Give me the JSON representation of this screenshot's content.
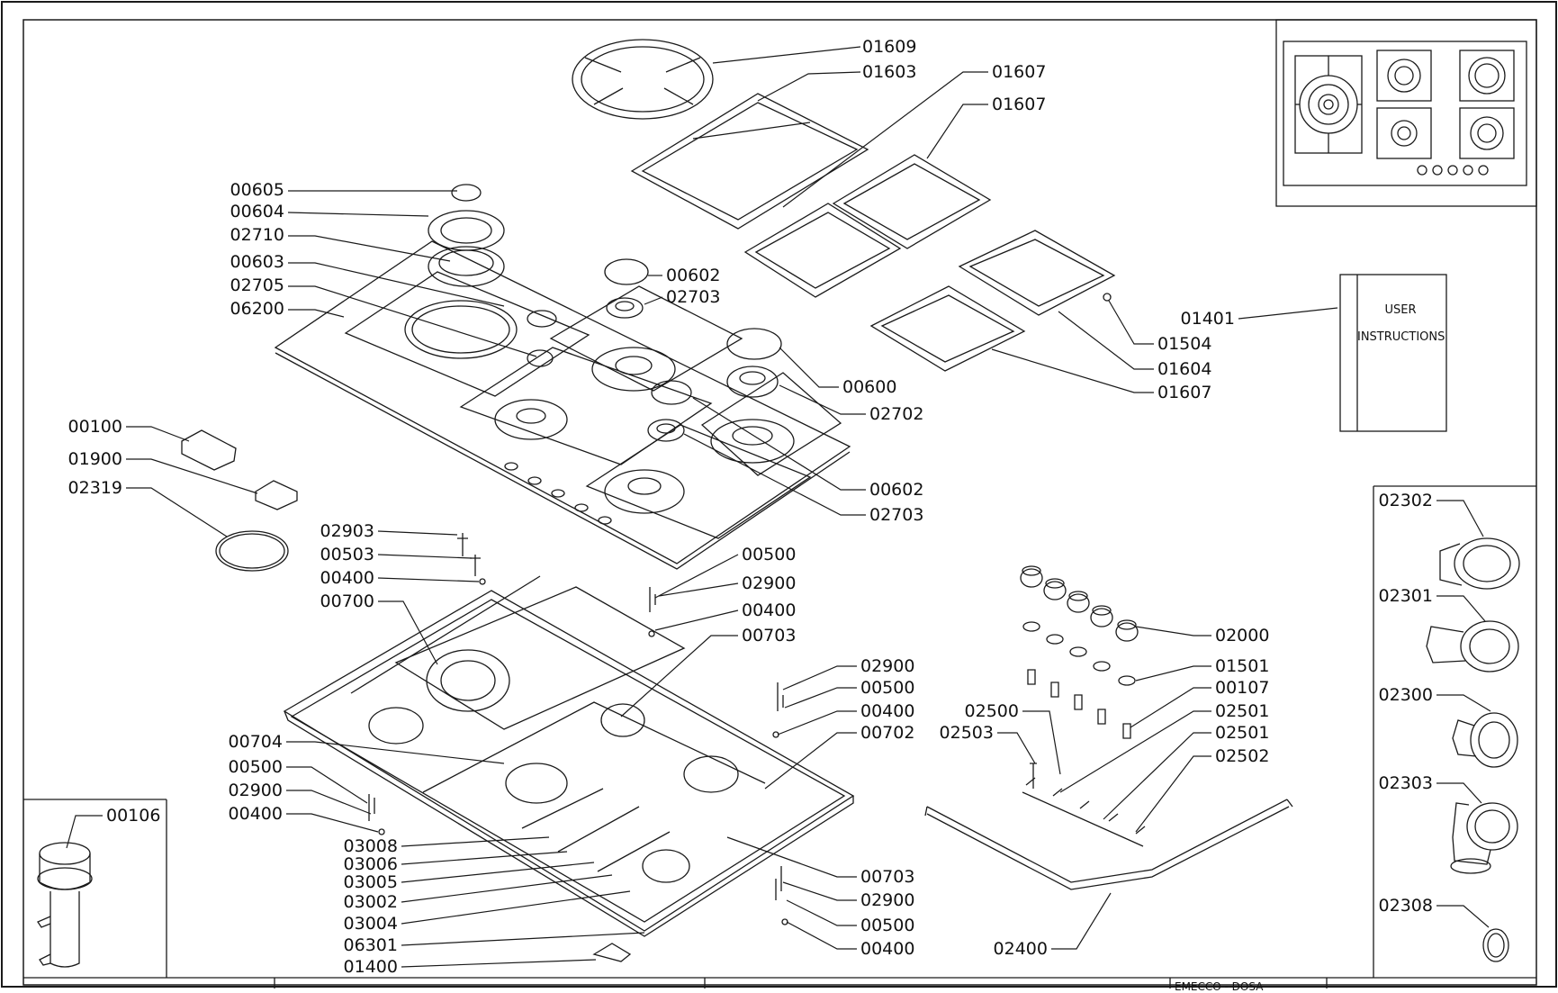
{
  "labels": {
    "01609": "01609",
    "01603": "01603",
    "01607a": "01607",
    "01607b": "01607",
    "00605": "00605",
    "00604": "00604",
    "02710": "02710",
    "00603": "00603",
    "02705": "02705",
    "06200": "06200",
    "00602a": "00602",
    "02703a": "02703",
    "00600": "00600",
    "02702": "02702",
    "00602b": "00602",
    "02703b": "02703",
    "01401": "01401",
    "01504": "01504",
    "01604": "01604",
    "01607c": "01607",
    "00100": "00100",
    "01900": "01900",
    "02319": "02319",
    "02903": "02903",
    "00503": "00503",
    "00400a": "00400",
    "00700": "00700",
    "00500a": "00500",
    "02900a": "02900",
    "00400b": "00400",
    "00703a": "00703",
    "02900b": "02900",
    "00500b": "00500",
    "00400c": "00400",
    "00702": "00702",
    "00704": "00704",
    "00500c": "00500",
    "02900c": "02900",
    "00400d": "00400",
    "00106": "00106",
    "03008": "03008",
    "03006": "03006",
    "03005": "03005",
    "03002": "03002",
    "03004": "03004",
    "06301": "06301",
    "01400": "01400",
    "00703b": "00703",
    "02900d": "02900",
    "00500d": "00500",
    "00400e": "00400",
    "02000": "02000",
    "01501": "01501",
    "00107": "00107",
    "02500": "02500",
    "02503": "02503",
    "02501a": "02501",
    "02501b": "02501",
    "02502": "02502",
    "02400": "02400",
    "02302": "02302",
    "02301": "02301",
    "02300": "02300",
    "02303": "02303",
    "02308": "02308"
  },
  "manual": {
    "line1": "USER",
    "line2": "INSTRUCTIONS"
  },
  "footer": {
    "text": "EMECCO - DOSA"
  },
  "colors": {
    "ink": "#1a1a1a",
    "paper": "#ffffff"
  }
}
